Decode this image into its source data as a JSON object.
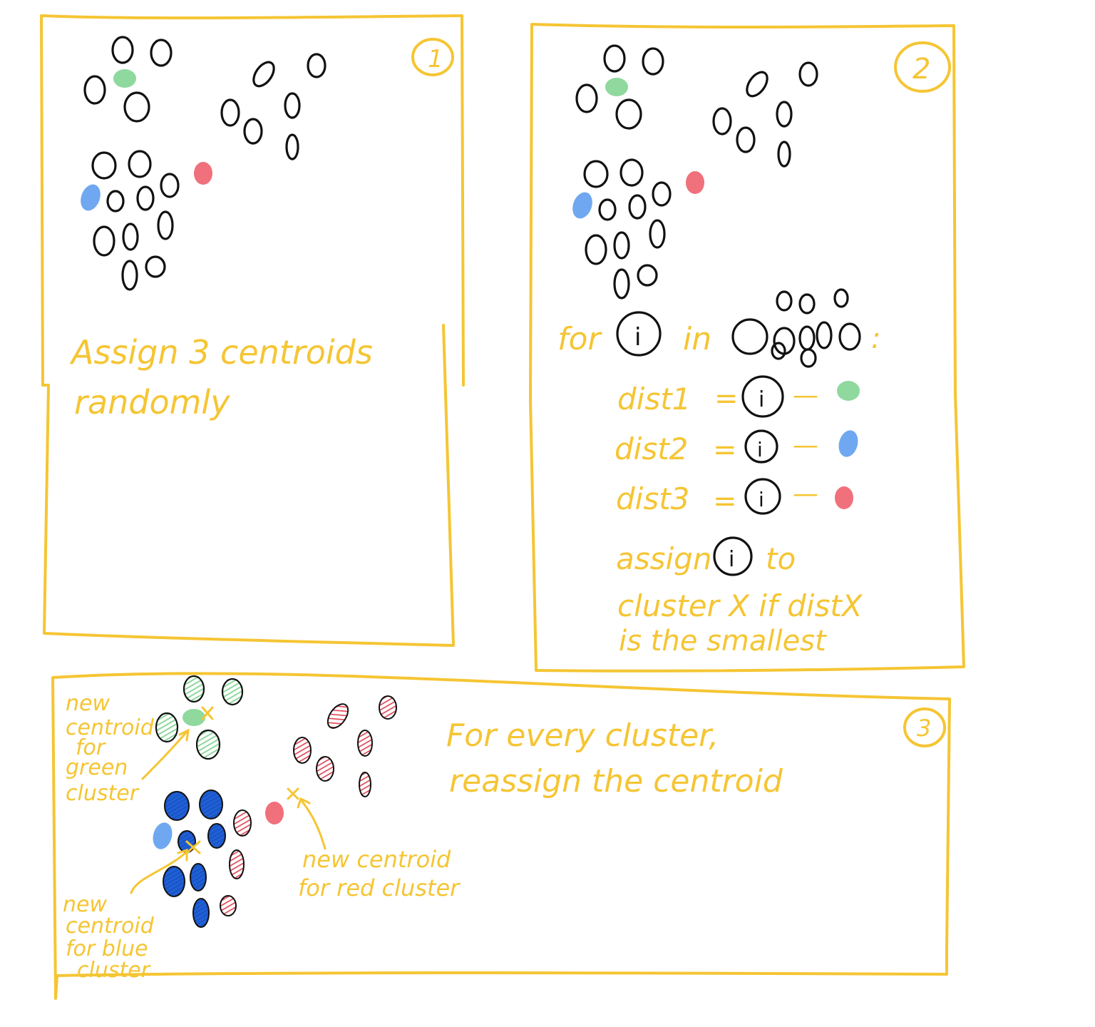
{
  "colors": {
    "frame": "#F5C533",
    "text": "#F5C533",
    "point_outline": "#111111",
    "green": "#8FD89E",
    "blue": "#6FA8F0",
    "red": "#F0707C",
    "blue_fill": "#1F5FD6",
    "red_fill": "#E04A58",
    "green_fill": "#8FD89E"
  },
  "panel1": {
    "step": "1",
    "line1": "Assign 3 centroids",
    "line2": "randomly"
  },
  "panel2": {
    "step": "2",
    "for_word": "for",
    "in_word": "in",
    "colon": ":",
    "i_symbol": "i",
    "dist1": "dist1",
    "dist2": "dist2",
    "dist3": "dist3",
    "equals": "=",
    "minus": "—",
    "assign_word": "assign",
    "to_word": "to",
    "rule_line2": "cluster X if distX",
    "rule_line3": "is the smallest"
  },
  "panel3": {
    "step": "3",
    "line1": "For every cluster,",
    "line2": "reassign the centroid",
    "green_note": [
      "new",
      "centroid",
      "for",
      "green",
      "cluster"
    ],
    "red_note": [
      "new centroid",
      "for red cluster"
    ],
    "blue_note": [
      "new",
      "centroid",
      "for blue",
      "cluster"
    ]
  }
}
